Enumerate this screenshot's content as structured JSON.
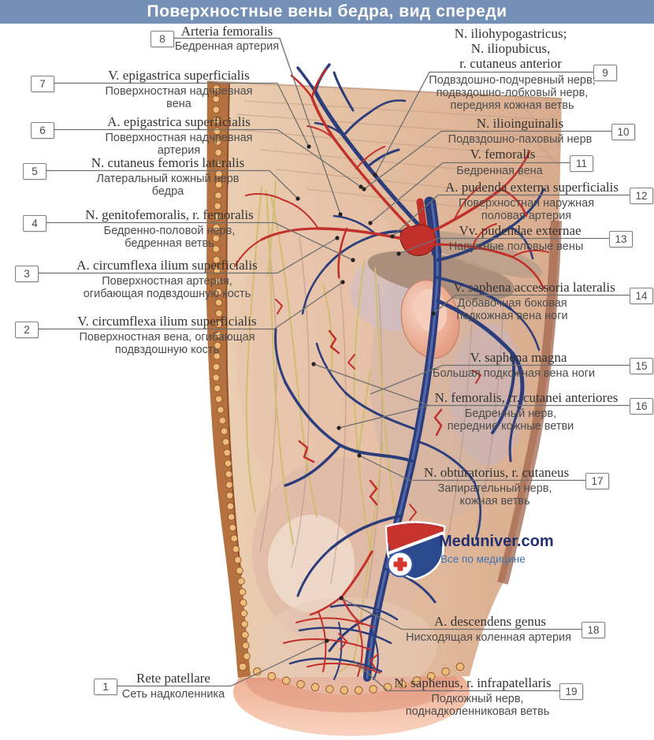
{
  "header": {
    "title": "Поверхностные вены бедра, вид спереди"
  },
  "logo": {
    "site": "Meduniver.com",
    "tagline": "Все по медицине"
  },
  "colors": {
    "header_bg": "#7590b6",
    "artery": "#c1302b",
    "vein": "#2c3d7c",
    "nerve": "#cfbd72",
    "leader": "#6f6f6f"
  },
  "labels": [
    {
      "num": "1",
      "latin": [
        "Rete patellare"
      ],
      "rus": [
        "Сеть надколенника"
      ]
    },
    {
      "num": "2",
      "latin": [
        "V. circumflexa ilium superficialis"
      ],
      "rus": [
        "Поверхностная вена, огибающая",
        "подвздошную кость"
      ]
    },
    {
      "num": "3",
      "latin": [
        "A. circumflexa ilium superficialis"
      ],
      "rus": [
        "Поверхностная артерия,",
        "огибающая подвздошную кость"
      ]
    },
    {
      "num": "4",
      "latin": [
        "N. genitofemoralis, r. femoralis"
      ],
      "rus": [
        "Бедренно-половой нерв,",
        "бедренная ветвь"
      ]
    },
    {
      "num": "5",
      "latin": [
        "N. cutaneus femoris lateralis"
      ],
      "rus": [
        "Латеральный кожный нерв",
        "бедра"
      ]
    },
    {
      "num": "6",
      "latin": [
        "A. epigastrica superficialis"
      ],
      "rus": [
        "Поверхностная надчревная",
        "артерия"
      ]
    },
    {
      "num": "7",
      "latin": [
        "V. epigastrica superficialis"
      ],
      "rus": [
        "Поверхностная надчревная",
        "вена"
      ]
    },
    {
      "num": "8",
      "latin": [
        "Arteria femoralis"
      ],
      "rus": [
        "Бедренная артерия"
      ]
    },
    {
      "num": "9",
      "latin": [
        "N. iliohypogastricus;",
        "N. iliopubicus,",
        "r. cutaneus anterior"
      ],
      "rus": [
        "Подвздошно-подчревный нерв;",
        "подвздошно-лобковый нерв,",
        "передняя кожная ветвь"
      ]
    },
    {
      "num": "10",
      "latin": [
        "N. ilioinguinalis"
      ],
      "rus": [
        "Подвздошно-паховый нерв"
      ]
    },
    {
      "num": "11",
      "latin": [
        "V. femoralis"
      ],
      "rus": [
        "Бедренная вена"
      ]
    },
    {
      "num": "12",
      "latin": [
        "A. pudenda externa superficialis"
      ],
      "rus": [
        "Поверхностная наружная",
        "половая артерия"
      ]
    },
    {
      "num": "13",
      "latin": [
        "Vv. pudendae externae"
      ],
      "rus": [
        "Наружные половые вены"
      ]
    },
    {
      "num": "14",
      "latin": [
        "V. saphena accessoria lateralis"
      ],
      "rus": [
        "Добавочная боковая",
        "подкожная вена ноги"
      ]
    },
    {
      "num": "15",
      "latin": [
        "V. saphena magna"
      ],
      "rus": [
        "Большая подкожная вена ноги"
      ]
    },
    {
      "num": "16",
      "latin": [
        "N. femoralis, rr. cutanei anteriores"
      ],
      "rus": [
        "Бедренный нерв,",
        "передние кожные ветви"
      ]
    },
    {
      "num": "17",
      "latin": [
        "N. obturatorius, r. cutaneus"
      ],
      "rus": [
        "Запирательный нерв,",
        "кожная ветвь"
      ]
    },
    {
      "num": "18",
      "latin": [
        "A. descendens genus"
      ],
      "rus": [
        "Нисходящая коленная артерия"
      ]
    },
    {
      "num": "19",
      "latin": [
        "N. saphenus, r. infrapatellaris"
      ],
      "rus": [
        "Подкожный нерв,",
        "поднадколенниковая ветвь"
      ]
    }
  ]
}
